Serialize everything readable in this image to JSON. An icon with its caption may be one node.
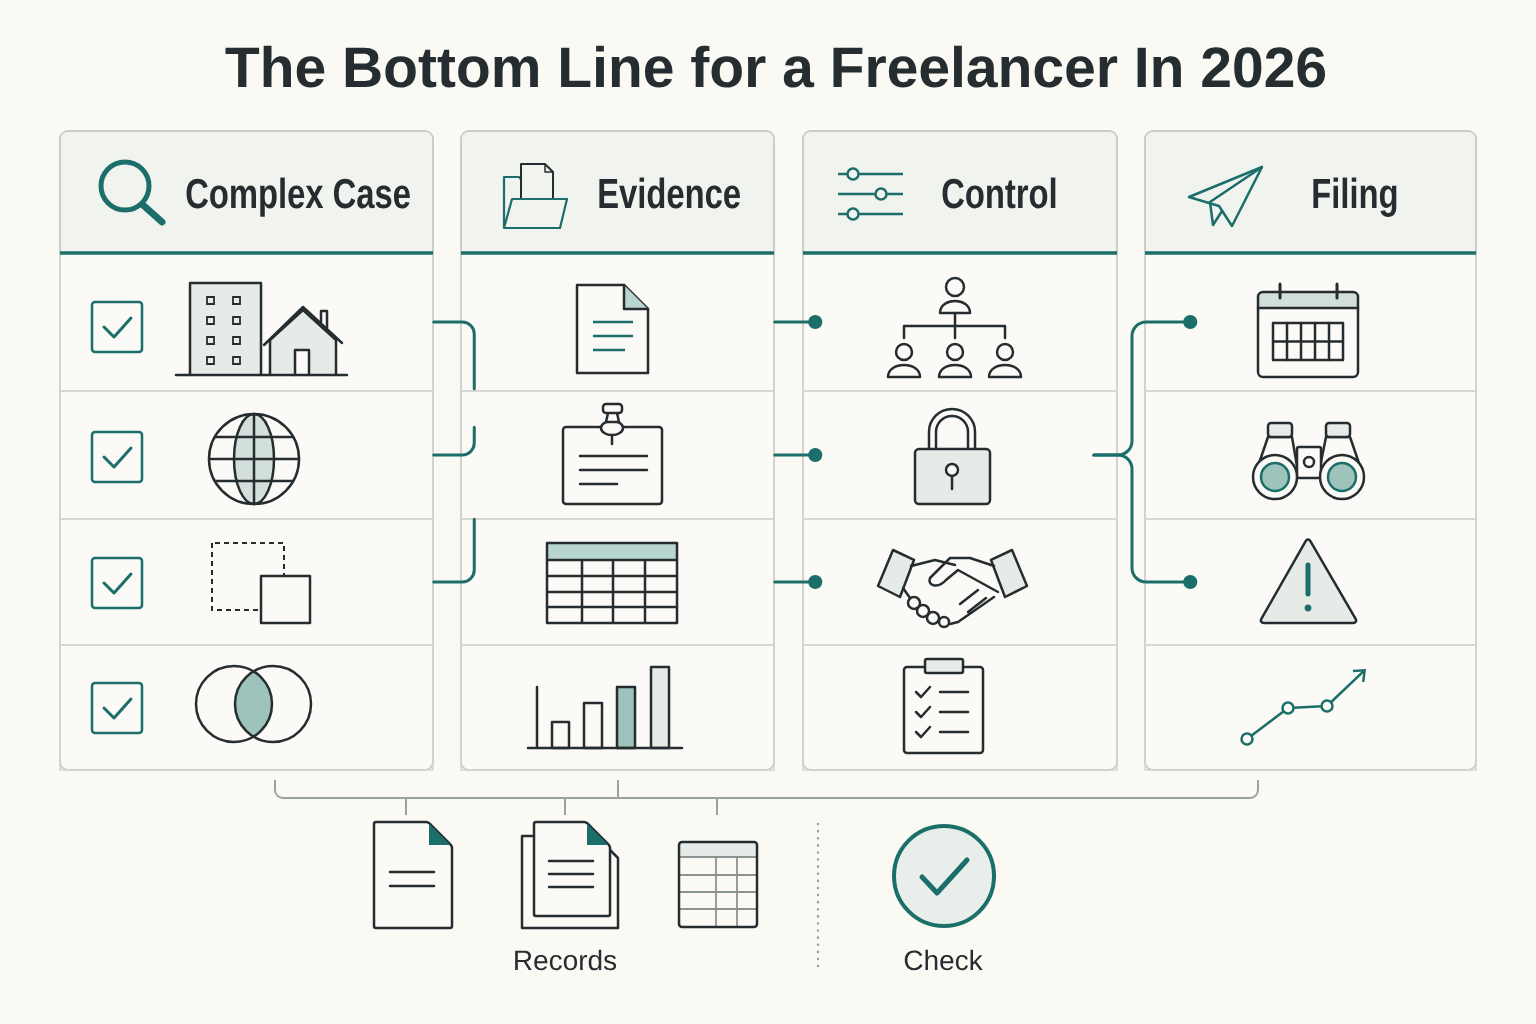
{
  "diagram": {
    "title": "The Bottom Line for a Freelancer In 2026",
    "nodes": [
      {
        "text": [
          "Complex Case"
        ]
      },
      {
        "text": [],
        "shape": "box",
        "in": 0
      },
      {
        "text": [],
        "shape": "box",
        "in": 0
      },
      {
        "text": [],
        "shape": "box",
        "in": 0
      },
      {
        "text": [],
        "shape": "box",
        "in": 0
      },
      {
        "text": [
          "Evidence"
        ]
      },
      {
        "text": [],
        "shape": "box",
        "in": 5
      },
      {
        "text": [],
        "shape": "box",
        "in": 5
      },
      {
        "text": [],
        "shape": "box",
        "in": 5
      },
      {
        "text": [],
        "shape": "box",
        "in": 5
      },
      {
        "text": [
          "Control"
        ]
      },
      {
        "text": [],
        "shape": "box",
        "in": 10
      },
      {
        "text": [],
        "shape": "box",
        "in": 10
      },
      {
        "text": [],
        "shape": "box",
        "in": 10
      },
      {
        "text": [],
        "shape": "box",
        "in": 10
      },
      {
        "text": [
          "Filing"
        ]
      },
      {
        "text": [],
        "shape": "box",
        "in": 15
      },
      {
        "text": [],
        "shape": "box",
        "in": 15
      },
      {
        "text": [],
        "shape": "box",
        "in": 15
      },
      {
        "text": [],
        "shape": "box",
        "in": 15
      }
    ],
    "edges": [
      {
        "from": 1,
        "to": 6,
        "arrow": "none"
      },
      {
        "from": 2,
        "to": 7,
        "arrow": "none"
      },
      {
        "from": 3,
        "to": 8,
        "arrow": "none"
      },
      {
        "from": 6,
        "to": 11,
        "arrow": "other"
      },
      {
        "from": 7,
        "to": 12,
        "arrow": "other"
      },
      {
        "from": 8,
        "to": 13,
        "arrow": "other"
      },
      {
        "from": 12,
        "to": 16,
        "arrow": "other"
      },
      {
        "from": 12,
        "to": 18,
        "arrow": "other"
      }
    ],
    "labels": [
      "Records",
      "Check"
    ]
  }
}
